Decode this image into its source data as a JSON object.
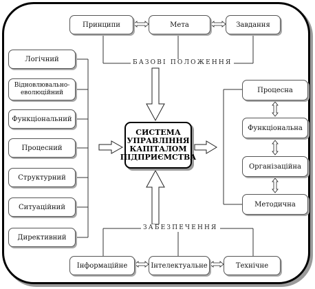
{
  "top": {
    "items": [
      "Принципи",
      "Мета",
      "Завдання"
    ],
    "label": "БАЗОВІ ПОЛОЖЕННЯ"
  },
  "left": {
    "items": [
      "Логічний",
      "Відновлювально-еволюційний",
      "Функціональний",
      "Процесний",
      "Структурний",
      "Ситуаційний",
      "Директивний"
    ]
  },
  "center": {
    "line1": "СИСТЕМА",
    "line2": "УПРАВЛІННЯ",
    "line3": "КАПІТАЛОМ",
    "line4": "ПІДПРИЄМСТВА"
  },
  "right": {
    "items": [
      "Процесна",
      "Функціональна",
      "Організаційна",
      "Методична"
    ]
  },
  "bottom": {
    "items": [
      "Інформаційне",
      "Інтелектуальне",
      "Технічне"
    ],
    "label": "ЗАБЕЗПЕЧЕННЯ"
  }
}
